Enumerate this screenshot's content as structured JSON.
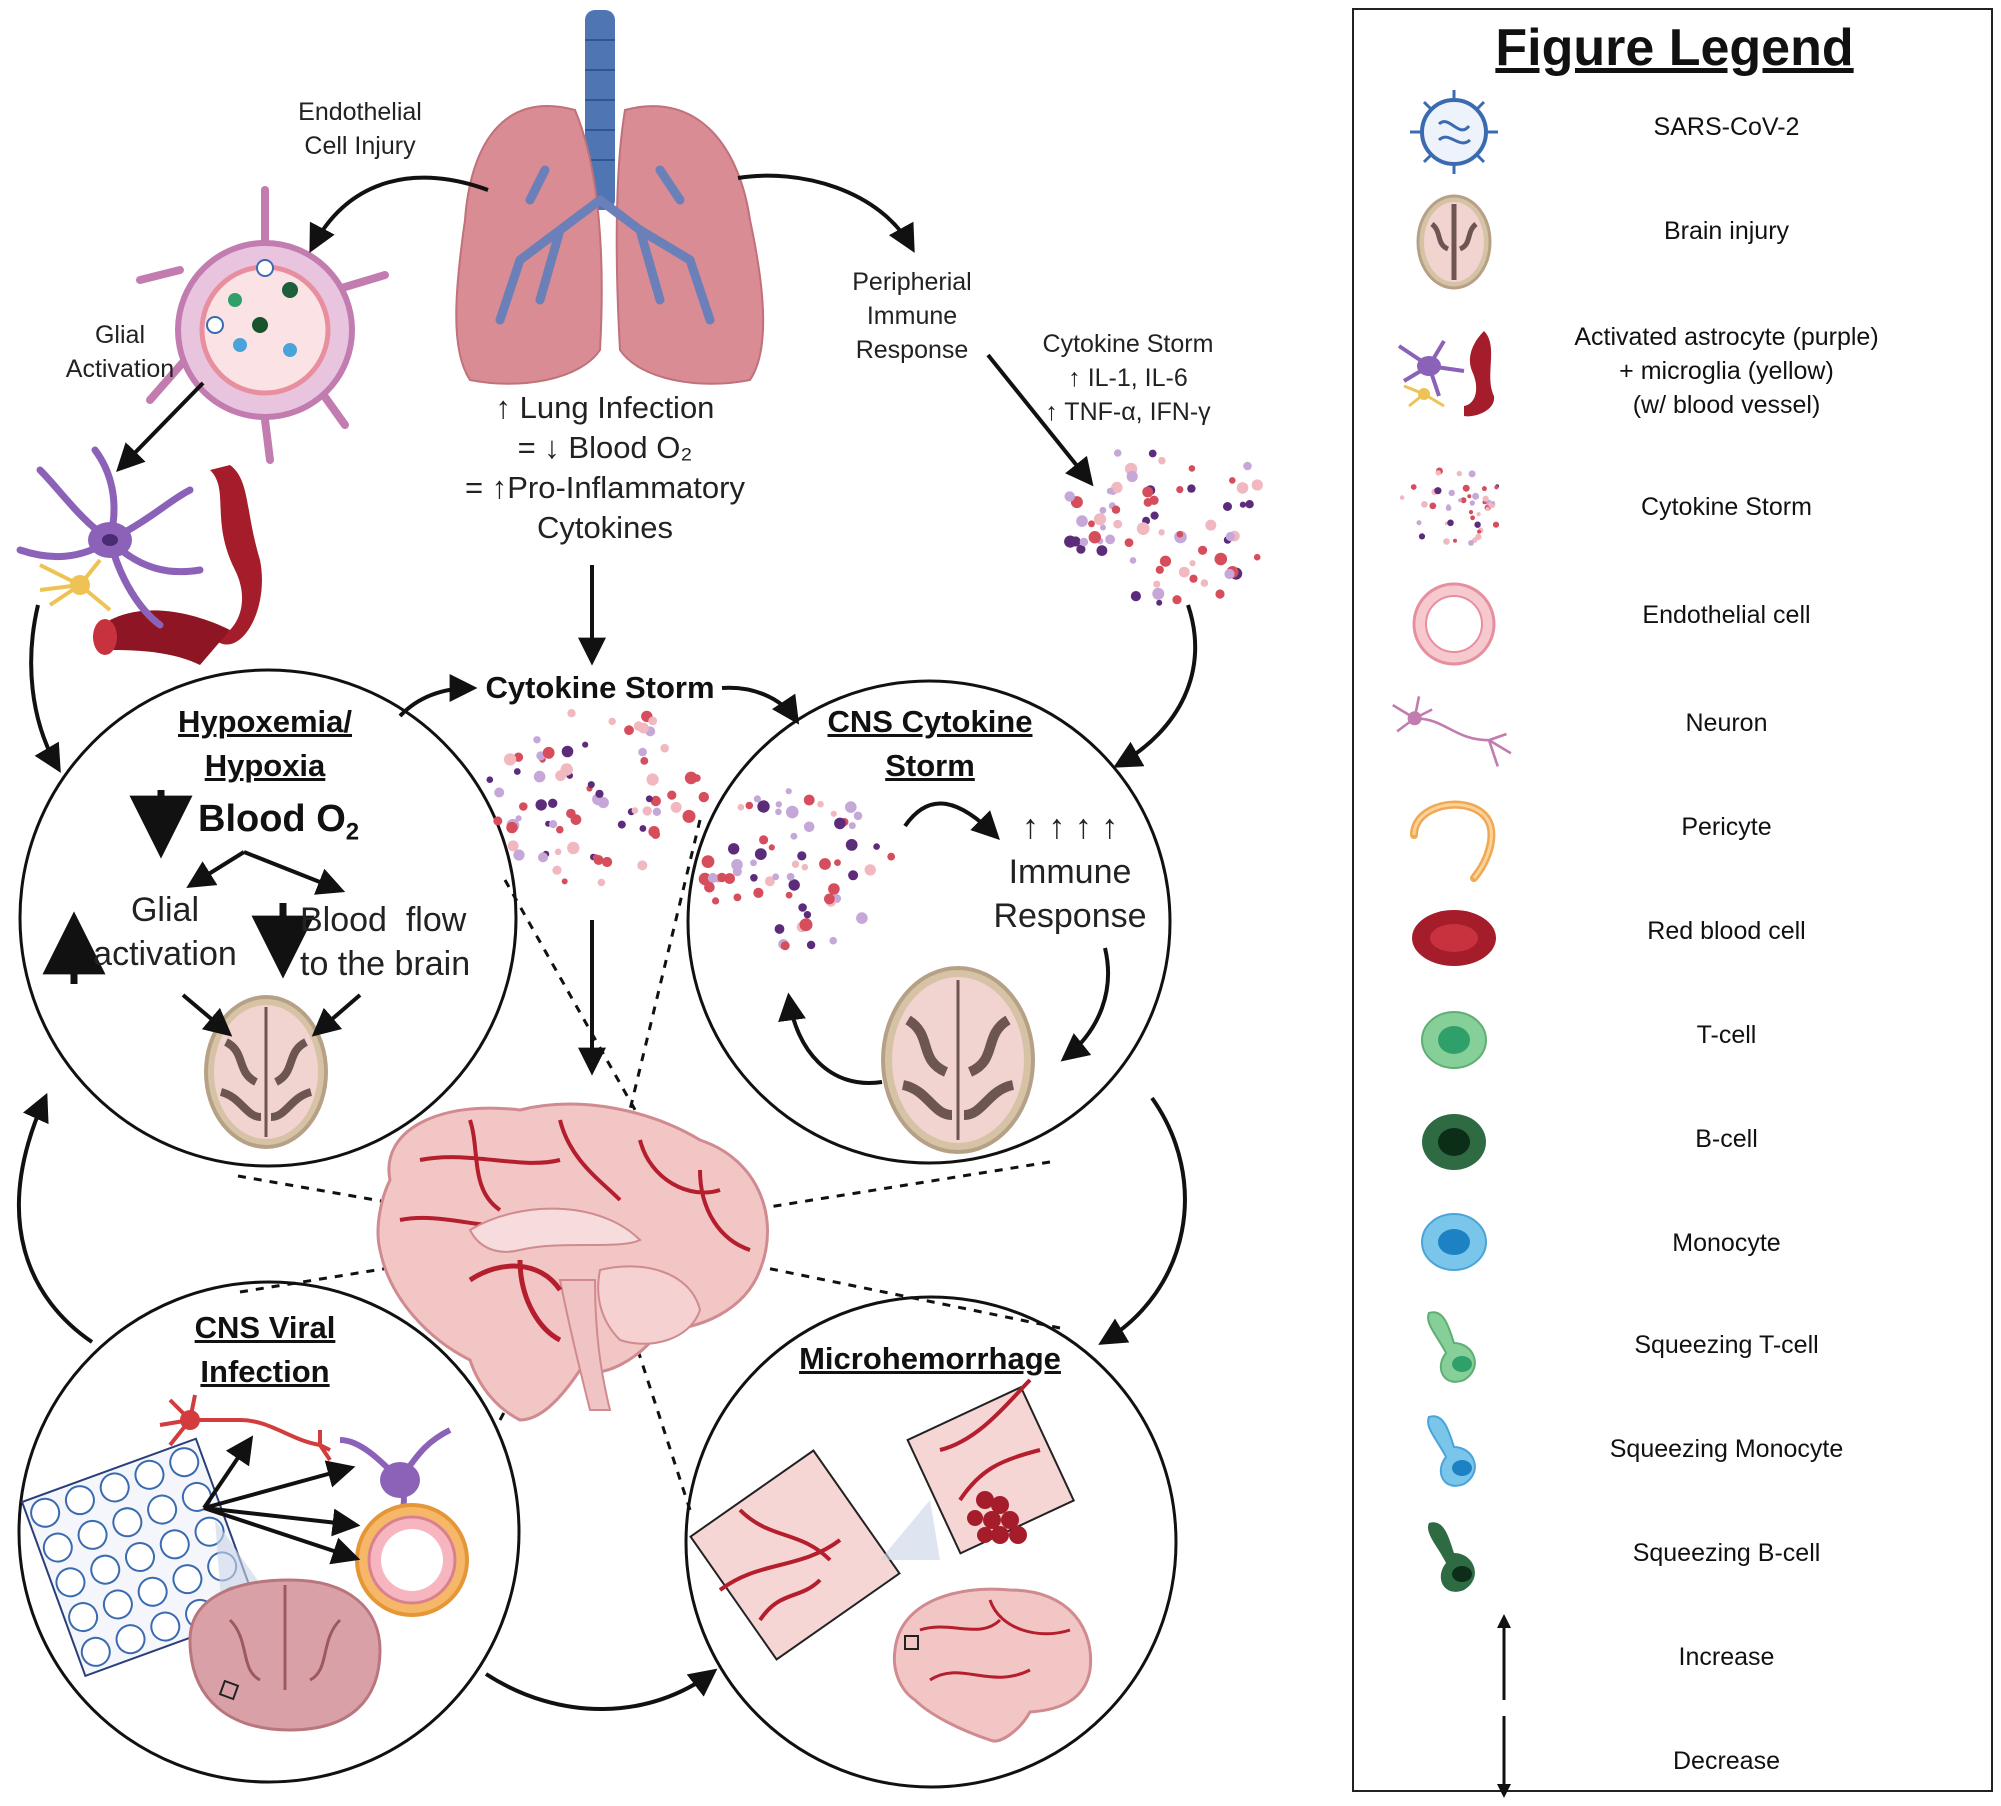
{
  "lungs": {
    "line1": "↑ Lung Infection",
    "line2": "= ↓ Blood O₂",
    "line3": "= ↑Pro-Inflammatory",
    "line4": "Cytokines"
  },
  "labels": {
    "endothelial_injury_1": "Endothelial",
    "endothelial_injury_2": "Cell Injury",
    "glial_activation_1": "Glial",
    "glial_activation_2": "Activation",
    "peripheral_1": "Peripherial",
    "peripheral_2": "Immune",
    "peripheral_3": "Response",
    "cytokine_top_1": "Cytokine Storm",
    "cytokine_top_2": "↑ IL-1, IL-6",
    "cytokine_top_3": "↑ TNF-α, IFN-γ",
    "cytokine_center": "Cytokine Storm"
  },
  "hypoxia": {
    "title1": "Hypoxemia/",
    "title2": "Hypoxia",
    "blood_o2": "Blood O",
    "blood_o2_sub": "2",
    "glial1": "Glial",
    "glial2": "activation",
    "flow1": "Blood  flow",
    "flow2": "to the brain"
  },
  "cns_storm": {
    "title1": "CNS Cytokine",
    "title2": "Storm",
    "arrows": "↑ ↑ ↑ ↑",
    "resp1": "Immune",
    "resp2": "Response"
  },
  "viral": {
    "title1": "CNS Viral",
    "title2": "Infection"
  },
  "micro": {
    "title": "Microhemorrhage"
  },
  "legend": {
    "title": "Figure Legend",
    "items": [
      {
        "icon": "sars-cov-2-icon",
        "label": "SARS-CoV-2"
      },
      {
        "icon": "brain-injury-icon",
        "label": "Brain injury"
      },
      {
        "icon": "astrocyte-microglia-icon",
        "label": "Activated astrocyte (purple)",
        "label2": "+ microglia (yellow)",
        "label3": "(w/ blood vessel)"
      },
      {
        "icon": "cytokine-storm-icon",
        "label": "Cytokine Storm"
      },
      {
        "icon": "endothelial-cell-icon",
        "label": "Endothelial cell"
      },
      {
        "icon": "neuron-icon",
        "label": "Neuron"
      },
      {
        "icon": "pericyte-icon",
        "label": "Pericyte"
      },
      {
        "icon": "red-blood-cell-icon",
        "label": "Red blood cell"
      },
      {
        "icon": "t-cell-icon",
        "label": "T-cell"
      },
      {
        "icon": "b-cell-icon",
        "label": "B-cell"
      },
      {
        "icon": "monocyte-icon",
        "label": "Monocyte"
      },
      {
        "icon": "squeezing-t-cell-icon",
        "label": "Squeezing T-cell"
      },
      {
        "icon": "squeezing-monocyte-icon",
        "label": "Squeezing Monocyte"
      },
      {
        "icon": "squeezing-b-cell-icon",
        "label": "Squeezing B-cell"
      },
      {
        "icon": "increase-arrow-icon",
        "label": "Increase"
      },
      {
        "icon": "decrease-arrow-icon",
        "label": "Decrease"
      }
    ]
  },
  "colors": {
    "lung": "#d98c93",
    "trachea": "#4f76b3",
    "astrocyte": "#8b62b8",
    "vessel": "#a51d2a",
    "brain": "#f0c3c4",
    "dot_red": "#d64d5c",
    "dot_purple": "#5c2c7a",
    "dot_pink": "#f1b8c0",
    "dot_lilac": "#c6a8d8"
  }
}
